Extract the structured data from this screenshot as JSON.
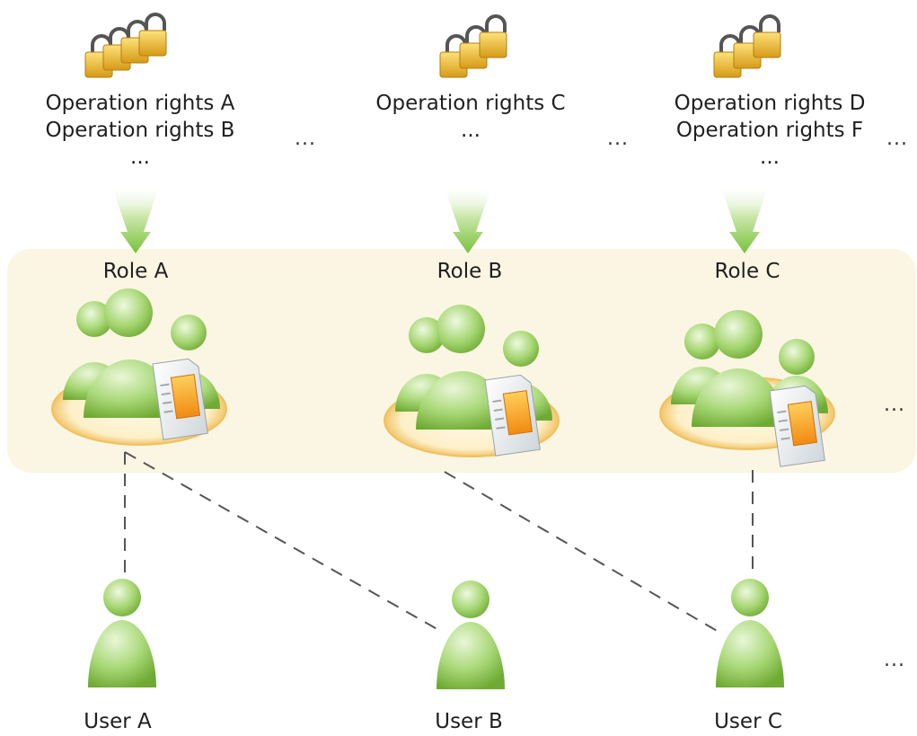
{
  "rights": [
    {
      "lines": [
        "Operation rights A",
        "Operation rights B",
        "..."
      ]
    },
    {
      "lines": [
        "Operation rights C",
        "..."
      ]
    },
    {
      "lines": [
        "Operation rights D",
        "Operation rights F",
        "..."
      ]
    }
  ],
  "rights_more": [
    "...",
    "...",
    "..."
  ],
  "roles": [
    {
      "label": "Role A"
    },
    {
      "label": "Role B"
    },
    {
      "label": "Role C"
    }
  ],
  "roles_more": "...",
  "users": [
    {
      "label": "User A"
    },
    {
      "label": "User B"
    },
    {
      "label": "User C"
    }
  ],
  "users_more": "...",
  "colors": {
    "band": "#fbf6e3",
    "arrow": "#8fcb5a",
    "person_light": "#cdeaa6",
    "person_dark": "#7fbf3f",
    "ring": "#f5c770",
    "lock": "#e2ad28",
    "dashed": "#555555"
  },
  "icons": [
    "padlock-icon",
    "arrow-down-icon",
    "role-group-icon",
    "user-icon",
    "document-icon"
  ]
}
